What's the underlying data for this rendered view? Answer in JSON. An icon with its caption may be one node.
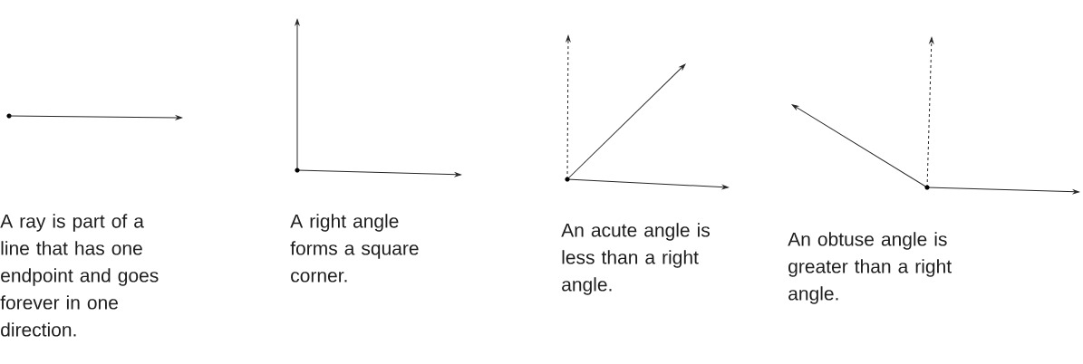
{
  "diagram": {
    "labels": [
      "A ray is part of a line that has one endpoint and goes forever in one direction.",
      "A right angle forms a square corner.",
      "An acute angle is less than a right angle.",
      "An obtuse angle is greater than a right angle."
    ]
  }
}
